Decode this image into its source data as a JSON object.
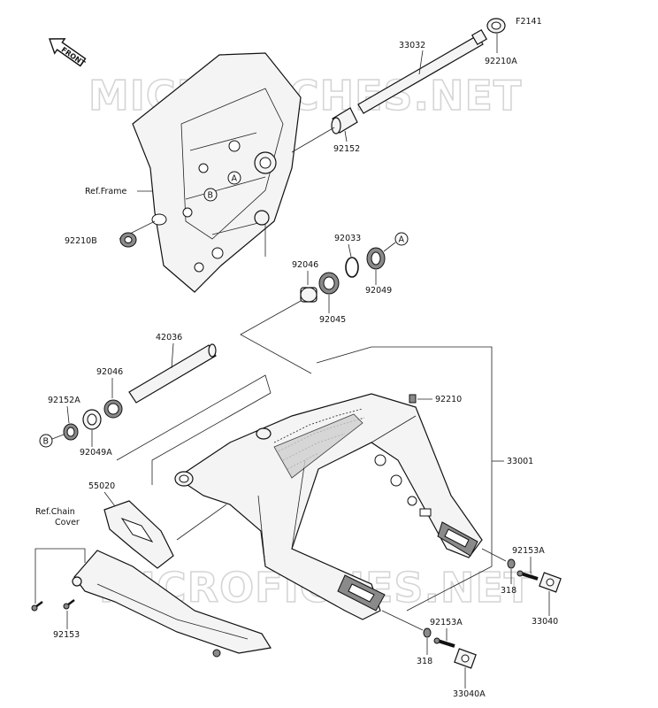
{
  "watermark": "MICROFICHES.NET",
  "front_arrow_text": "FRONT",
  "refs": {
    "frame": "Ref.Frame",
    "chain_cover_line1": "Ref.Chain",
    "chain_cover_line2": "Cover"
  },
  "callouts": {
    "A": "A",
    "B": "B"
  },
  "part_numbers": {
    "p_f2141": "F2141",
    "p_33032": "33032",
    "p_92210a": "92210A",
    "p_92152": "92152",
    "p_92210b": "92210B",
    "p_92033": "92033",
    "p_92046_top": "92046",
    "p_92049": "92049",
    "p_92045": "92045",
    "p_42036": "42036",
    "p_92046_mid": "92046",
    "p_92152a": "92152A",
    "p_92049a": "92049A",
    "p_92210": "92210",
    "p_33001": "33001",
    "p_55020": "55020",
    "p_92153a_r": "92153A",
    "p_318_r": "318",
    "p_33040": "33040",
    "p_92153": "92153",
    "p_92153a_b": "92153A",
    "p_318_b": "318",
    "p_33040a": "33040A"
  }
}
